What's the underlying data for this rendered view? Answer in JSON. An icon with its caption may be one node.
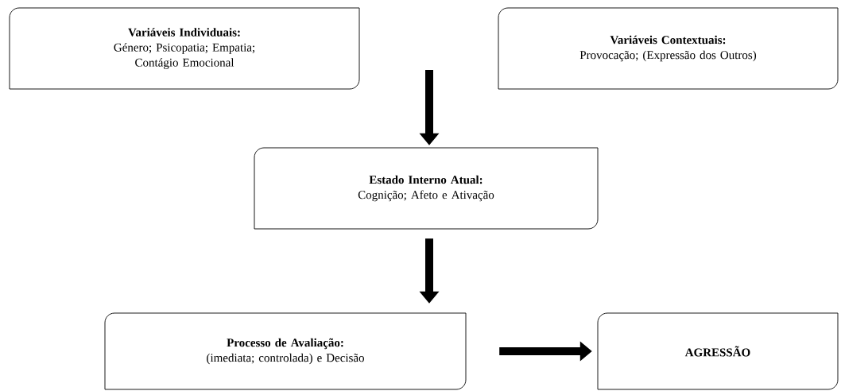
{
  "diagram": {
    "nodes": [
      {
        "text": [
          "Variáveis Individuais:",
          "Género; Psicopatia; Empatia; Contágio Emocional"
        ]
      },
      {
        "text": [
          "Variáveis Contextuais:",
          "Provocação; (Expressão dos Outros)"
        ]
      },
      {
        "text": [
          "Estado Interno Atual:",
          "Cognição; Afeto e Ativação"
        ]
      },
      {
        "text": [
          "Processo de Avaliação:",
          "(imediata; controlada) e Decisão"
        ]
      },
      {
        "text": [
          "AGRESSÃO"
        ]
      }
    ],
    "edges": [
      {
        "from": null,
        "to": 2,
        "arrow": "to"
      },
      {
        "from": 2,
        "to": 3,
        "arrow": "to"
      },
      {
        "from": 3,
        "to": 4,
        "arrow": "to"
      }
    ]
  }
}
